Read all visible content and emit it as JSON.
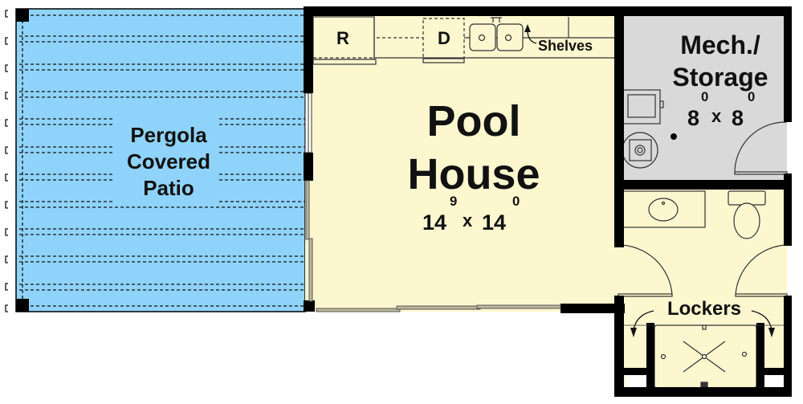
{
  "plan": {
    "colors": {
      "patio_fill": "#8fd3fb",
      "interior_fill": "#fcf7cf",
      "mech_fill": "#d9d9d9",
      "wall": "#000000",
      "fixture_stroke": "#333333"
    },
    "rooms": {
      "patio": {
        "line1": "Pergola",
        "line2": "Covered",
        "line3": "Patio"
      },
      "pool_house": {
        "line1": "Pool",
        "line2": "House",
        "dim_w": "14",
        "dim_w_in": "9",
        "dim_x": "x",
        "dim_d": "14",
        "dim_d_in": "0"
      },
      "mech": {
        "line1": "Mech./",
        "line2": "Storage",
        "dim_w": "8",
        "dim_w_in": "0",
        "dim_x": "x",
        "dim_d": "8",
        "dim_d_in": "0"
      },
      "lockers": {
        "label": "Lockers"
      }
    },
    "kitchen": {
      "refrigerator": "R",
      "dishwasher": "D",
      "shelves": "Shelves"
    }
  }
}
